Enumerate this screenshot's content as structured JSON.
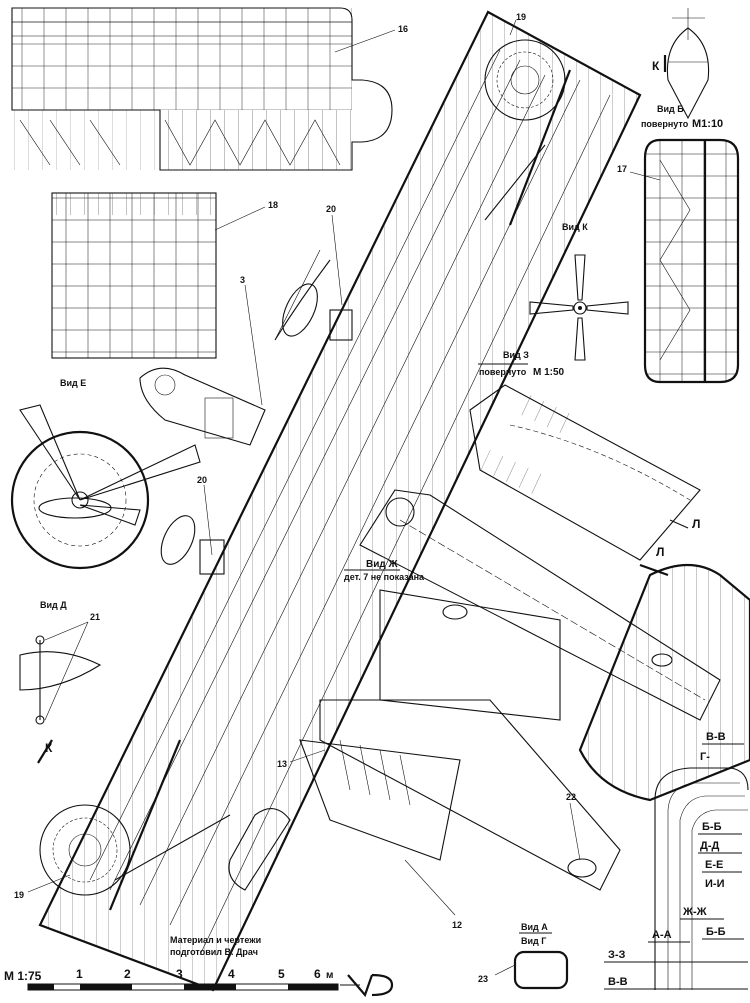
{
  "views": {
    "vid_b": "Вид Б",
    "vid_b_rot": "повернуто",
    "vid_b_scale": "M1:10",
    "vid_k": "Вид К",
    "vid_z": "Вид З",
    "vid_z_rot": "повернуто",
    "vid_z_scale": "M 1:50",
    "vid_e": "Вид Е",
    "vid_d": "Вид Д",
    "vid_zh": "Вид Ж",
    "vid_zh_note": "дет. 7 не показана",
    "vid_a": "Вид А",
    "vid_g": "Вид Г"
  },
  "markers": {
    "k_top": "К",
    "k_left": "К",
    "l_upper": "Л",
    "l_lower": "Л"
  },
  "callouts": {
    "c3": "3",
    "c12": "12",
    "c13": "13",
    "c16": "16",
    "c17": "17",
    "c18": "18",
    "c19_top": "19",
    "c19_bottom": "19",
    "c20_top": "20",
    "c20_mid": "20",
    "c21": "21",
    "c22": "22",
    "c23": "23"
  },
  "sections": {
    "v_v_top": "В-В",
    "g": "Г-",
    "b_b_top": "Б-Б",
    "d_d": "Д-Д",
    "e_e": "Е-Е",
    "i_i": "И-И",
    "zh_zh": "Ж-Ж",
    "a_a": "А-А",
    "b_b_bottom": "Б-Б",
    "z_z": "З-З",
    "v_v_bottom": "В-В"
  },
  "credits": {
    "line1": "Материал и чертежи",
    "line2": "подготовил В. Драч"
  },
  "scale_bar": {
    "label": "M 1:75",
    "ticks": [
      "1",
      "2",
      "3",
      "4",
      "5",
      "6"
    ],
    "unit": "м"
  }
}
